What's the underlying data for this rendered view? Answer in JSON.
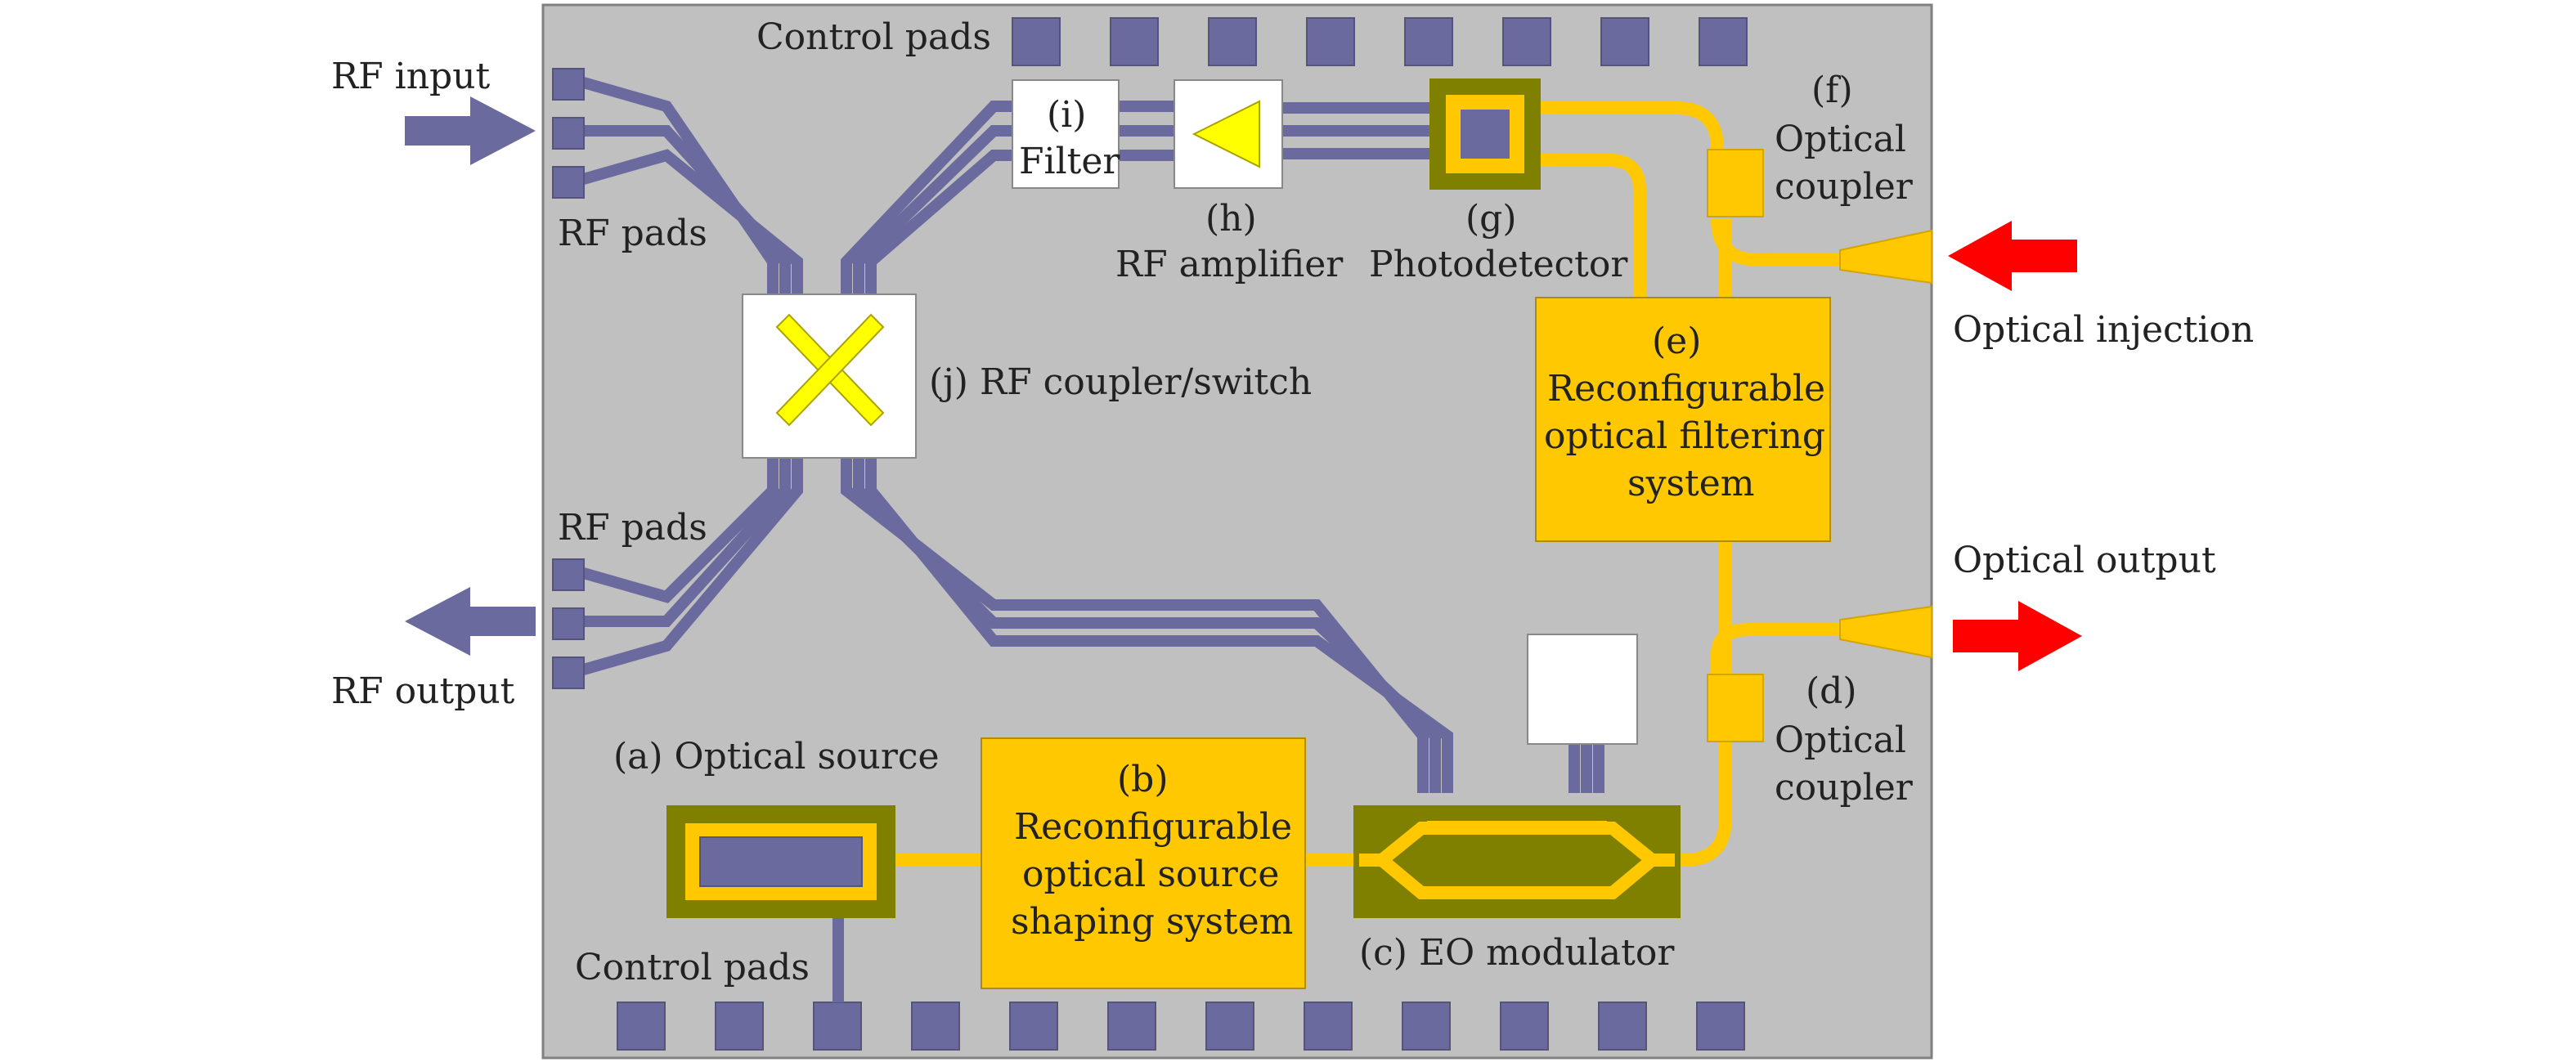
{
  "labels": {
    "control_pads_top": "Control pads",
    "control_pads_bottom": "Control pads",
    "rf_input": "RF input",
    "rf_output": "RF output",
    "rf_pads_top": "RF pads",
    "rf_pads_bottom": "RF pads",
    "filter_tag": "(i)",
    "filter_name": "Filter",
    "amp_tag": "(h)",
    "amp_name": "RF amplifier",
    "pd_tag": "(g)",
    "pd_name": "Photodetector",
    "coupler_f_tag": "(f)",
    "coupler_f_line1": "Optical",
    "coupler_f_line2": "coupler",
    "optical_injection": "Optical injection",
    "rf_switch": "(j) RF coupler/switch",
    "filter_sys_tag": "(e)",
    "filter_sys_line1": "Reconfigurable",
    "filter_sys_line2": "optical filtering",
    "filter_sys_line3": "system",
    "optical_output": "Optical output",
    "coupler_d_tag": "(d)",
    "coupler_d_line1": "Optical",
    "coupler_d_line2": "coupler",
    "optical_source": "(a) Optical source",
    "shaping_tag": "(b)",
    "shaping_line1": "Reconfigurable",
    "shaping_line2": "optical source",
    "shaping_line3": "shaping system",
    "eo_modulator": "(c) EO modulator"
  },
  "colors": {
    "chip": "#c0c0c0",
    "pad": "#6a6a9e",
    "optical": "#ffc800",
    "olive": "#7f7f00",
    "yellow": "#ffff00",
    "red": "#ff0000"
  }
}
